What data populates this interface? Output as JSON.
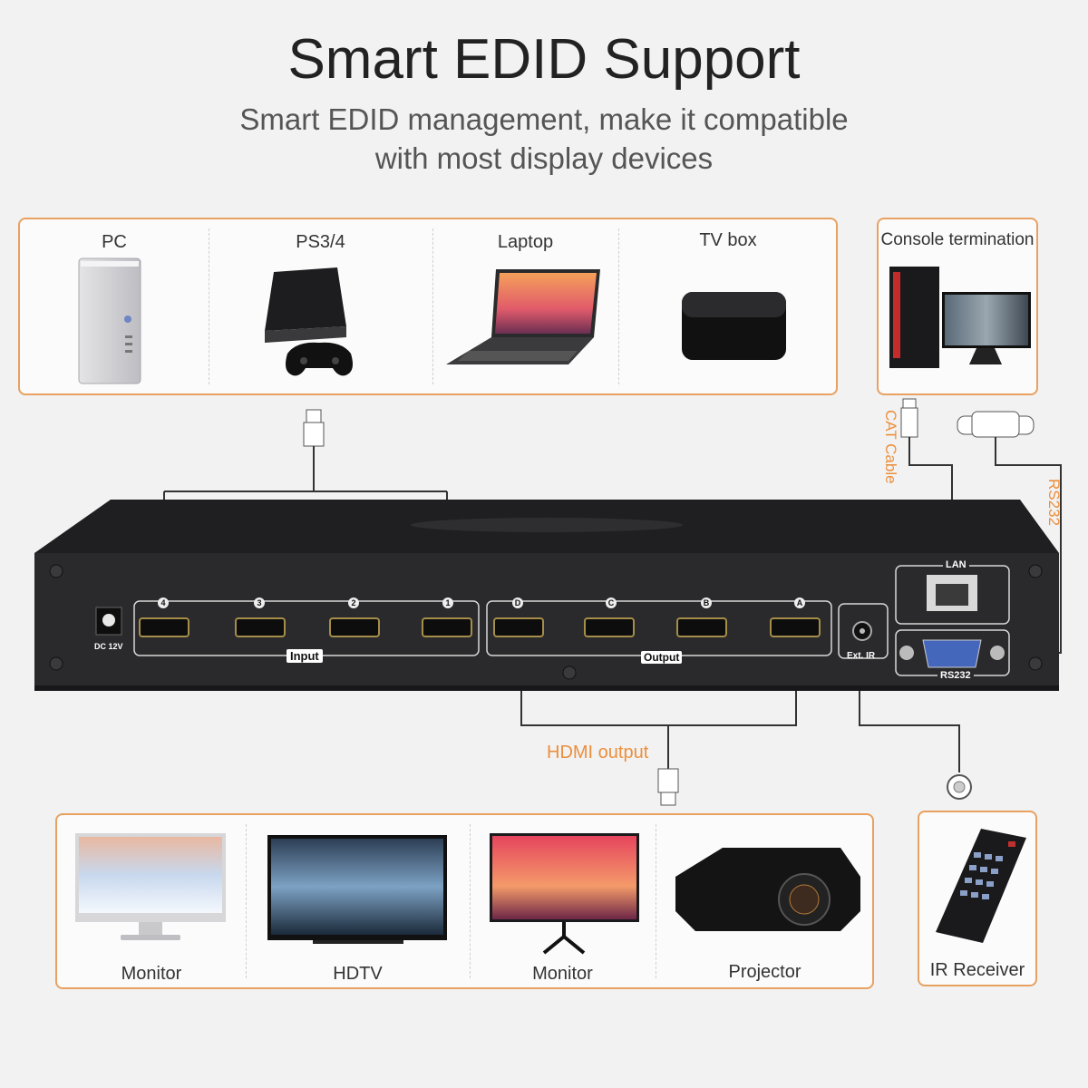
{
  "header": {
    "title": "Smart EDID Support",
    "subtitle_line1": "Smart EDID management, make it compatible",
    "subtitle_line2": "with most display devices"
  },
  "sources": [
    {
      "label": "PC"
    },
    {
      "label": "PS3/4"
    },
    {
      "label": "Laptop"
    },
    {
      "label": "TV box"
    }
  ],
  "console": {
    "label": "Console termination"
  },
  "cables": {
    "cat": "CAT Cable",
    "rs232": "RS232",
    "hdmi_output": "HDMI output"
  },
  "device": {
    "dc_label": "DC 12V",
    "input_label": "Input",
    "output_label": "Output",
    "ext_ir_label": "Ext. IR",
    "lan_label": "LAN",
    "rs232_label": "RS232",
    "input_ports": [
      "4",
      "3",
      "2",
      "1"
    ],
    "output_ports": [
      "D",
      "C",
      "B",
      "A"
    ]
  },
  "displays": [
    {
      "label": "Monitor"
    },
    {
      "label": "HDTV"
    },
    {
      "label": "Monitor"
    },
    {
      "label": "Projector"
    }
  ],
  "ir": {
    "label": "IR Receiver"
  },
  "colors": {
    "accent": "#e8a160",
    "cable_text": "#ec8f3c",
    "device_body": "#2a2a2c"
  }
}
